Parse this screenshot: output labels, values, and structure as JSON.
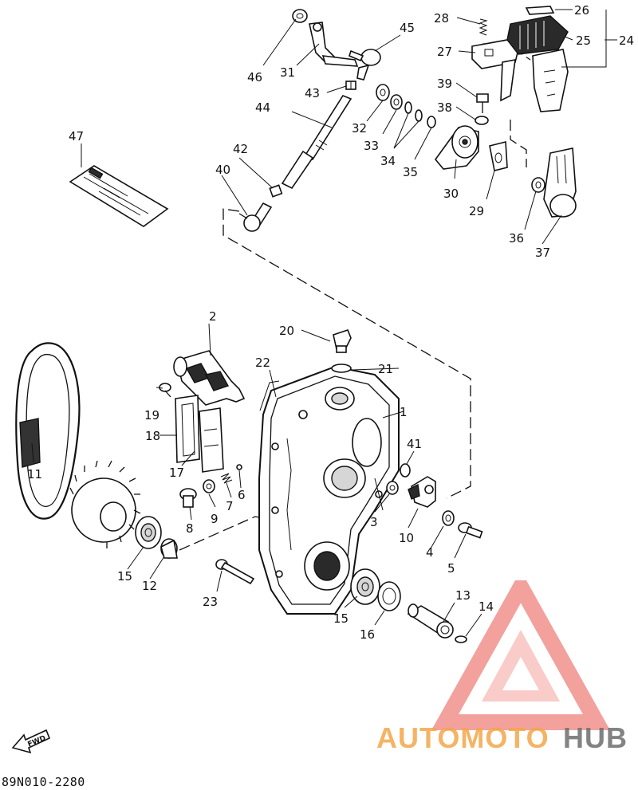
{
  "diagram": {
    "callouts": [
      "1",
      "2",
      "3",
      "4",
      "5",
      "6",
      "7",
      "8",
      "9",
      "10",
      "11",
      "12",
      "13",
      "14",
      "15",
      "15",
      "16",
      "17",
      "18",
      "19",
      "20",
      "21",
      "22",
      "23",
      "24",
      "25",
      "26",
      "27",
      "28",
      "29",
      "30",
      "31",
      "32",
      "33",
      "34",
      "35",
      "36",
      "37",
      "38",
      "39",
      "40",
      "41",
      "42",
      "43",
      "44",
      "45",
      "46",
      "47"
    ],
    "direction_label": "FWD",
    "drawing_code": "89N010-2280"
  },
  "watermark": {
    "text_primary": "AUTOMOTO",
    "text_secondary": "HUB",
    "color_primary": "#f4a64a",
    "color_secondary": "#6e6e6e",
    "triangle_color": "#f08a84"
  }
}
